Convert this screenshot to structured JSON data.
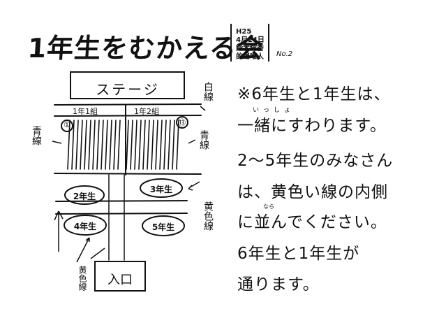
{
  "header": {
    "title": "1年生をむかえる会",
    "date_era": "H25",
    "date": "4月24日",
    "author_line1": "鈴木総香",
    "author_line2": "的場唯人",
    "page_no": "No.2"
  },
  "diagram": {
    "stage": "ステージ",
    "class_left": "1年1組",
    "class_right": "1年2組",
    "seat_left": "①",
    "seat_right": "⑬",
    "label_white": "白線",
    "label_blue_left": "青線",
    "label_blue_right": "青線",
    "label_yellow_right": "黄色線",
    "label_yellow_bottom": "黄色線",
    "grade2": "2年生",
    "grade3": "3年生",
    "grade4": "4年生",
    "grade5": "5年生",
    "entrance": "入口"
  },
  "notes": {
    "line1": "※6年生と1年生は、",
    "ruby1": "いっしょ",
    "line2": "一緒にすわります。",
    "line3": "2〜5年生のみなさん",
    "line4": "は、黄色い線の内側",
    "ruby2": "なら",
    "line5": "に並んでください。",
    "line6": "6年生と1年生が",
    "line7": "通ります。"
  }
}
